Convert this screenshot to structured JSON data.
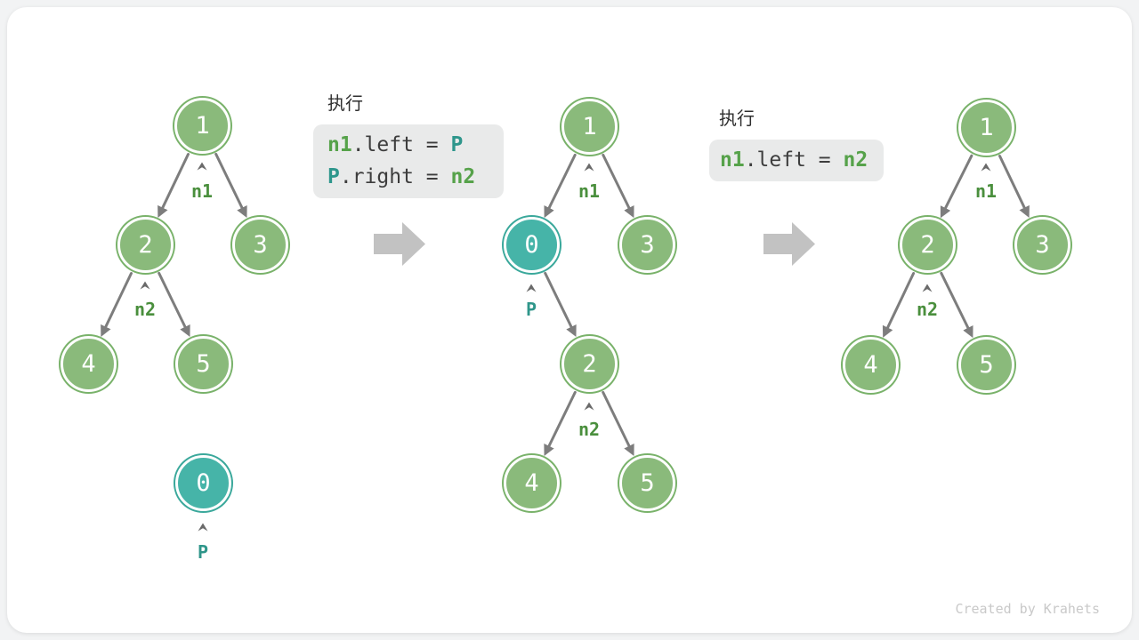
{
  "watermark": "Created by Krahets",
  "exec_blocks": [
    {
      "header": "执行",
      "lines": [
        {
          "tokens": [
            "n1",
            ".left = ",
            "P"
          ]
        },
        {
          "tokens": [
            "P",
            ".right = ",
            "n2"
          ]
        }
      ]
    },
    {
      "header": "执行",
      "lines": [
        {
          "tokens": [
            "n1",
            ".left = ",
            "n2"
          ]
        }
      ]
    }
  ],
  "trees": [
    {
      "nodes": [
        {
          "value": "1"
        },
        {
          "value": "2"
        },
        {
          "value": "3"
        },
        {
          "value": "4"
        },
        {
          "value": "5"
        },
        {
          "value": "0"
        }
      ],
      "labels": [
        {
          "text": "n1"
        },
        {
          "text": "n2"
        },
        {
          "text": "P"
        }
      ]
    },
    {
      "nodes": [
        {
          "value": "1"
        },
        {
          "value": "0"
        },
        {
          "value": "3"
        },
        {
          "value": "2"
        },
        {
          "value": "4"
        },
        {
          "value": "5"
        }
      ],
      "labels": [
        {
          "text": "n1"
        },
        {
          "text": "P"
        },
        {
          "text": "n2"
        }
      ]
    },
    {
      "nodes": [
        {
          "value": "1"
        },
        {
          "value": "2"
        },
        {
          "value": "3"
        },
        {
          "value": "4"
        },
        {
          "value": "5"
        }
      ],
      "labels": [
        {
          "text": "n1"
        },
        {
          "text": "n2"
        }
      ]
    }
  ],
  "colors": {
    "node_green_fill": "#8aba7b",
    "node_green_ring": "#79b26a",
    "node_teal_fill": "#46b4a8",
    "node_teal_ring": "#3aa89b",
    "label_green": "#4a8f3d",
    "label_teal": "#2f968a",
    "code_green": "#56a24a",
    "code_teal": "#2e968c",
    "edge_gray": "#7d7d7d",
    "block_arrow_gray": "#c2c2c2",
    "code_box_bg": "#e9eaea",
    "watermark_gray": "#c9c9c9"
  }
}
